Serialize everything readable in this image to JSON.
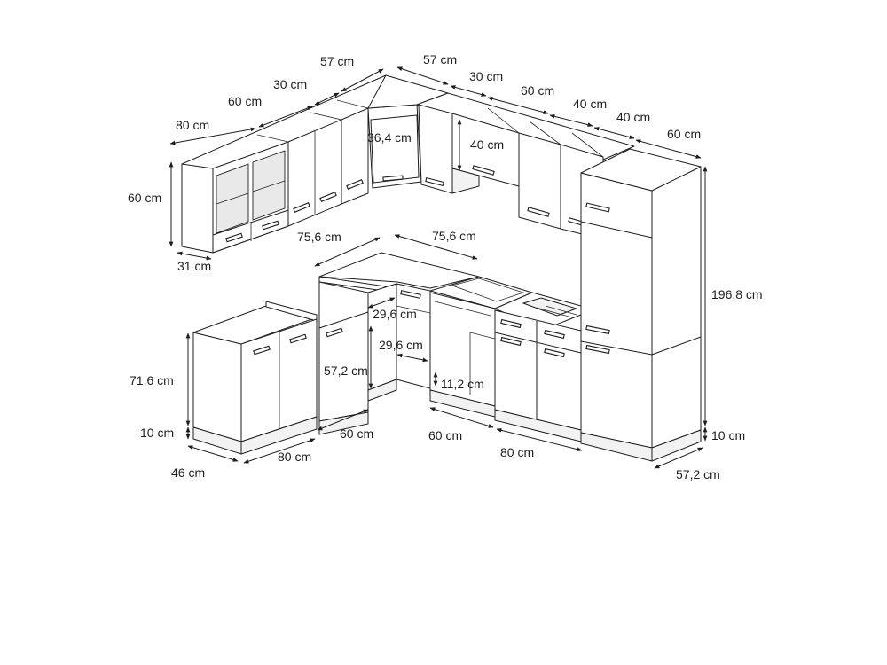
{
  "dimensions": {
    "upper_left_80": "80 cm",
    "upper_left_60": "60 cm",
    "upper_left_30": "30 cm",
    "upper_left_57": "57 cm",
    "upper_right_57": "57 cm",
    "upper_right_30": "30 cm",
    "upper_right_60": "60 cm",
    "upper_right_40a": "40 cm",
    "upper_right_40b": "40 cm",
    "upper_right_60b": "60 cm",
    "upper_height_60": "60 cm",
    "upper_depth_31": "31 cm",
    "corner_door_36_4": "36,4 cm",
    "hood_cabinet_40": "40 cm",
    "base_corner_75_6a": "75,6 cm",
    "base_corner_75_6b": "75,6 cm",
    "base_height_71_6": "71,6 cm",
    "plinth_left_10": "10 cm",
    "base_depth_46": "46 cm",
    "base_left_80": "80 cm",
    "base_left_60": "60 cm",
    "drawer_29_6a": "29,6 cm",
    "drawer_29_6b": "29,6 cm",
    "door_57_2": "57,2 cm",
    "oven_gap_11_2": "11,2 cm",
    "base_right_60": "60 cm",
    "base_right_80": "80 cm",
    "tall_height_196_8": "196,8 cm",
    "plinth_right_10": "10 cm",
    "tall_depth_57_2": "57,2 cm"
  }
}
